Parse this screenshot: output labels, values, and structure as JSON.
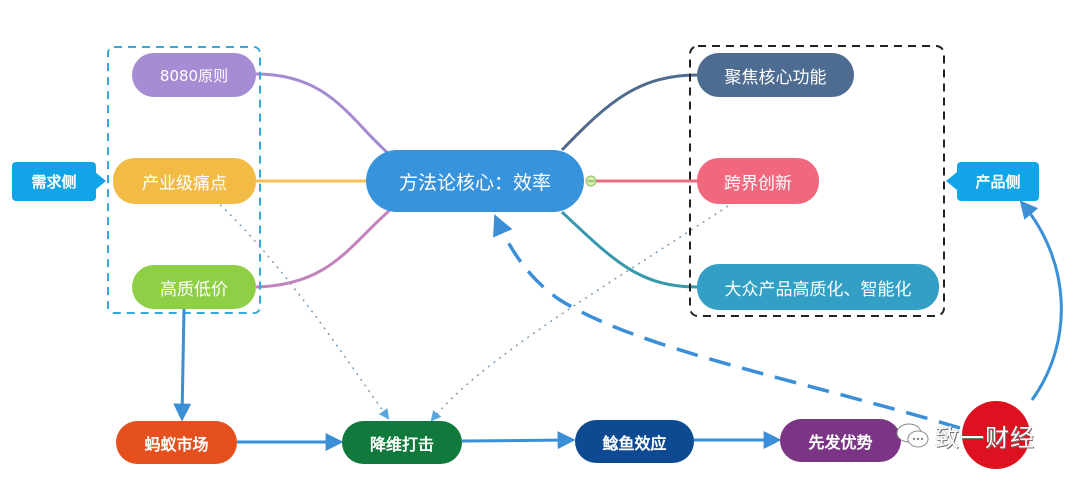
{
  "center": {
    "label": "方法论核心：效率",
    "color": "#3793dc"
  },
  "demand_side": {
    "callout": {
      "label": "需求侧",
      "color": "#11a4e8"
    },
    "group_border_color": "#37a9d9",
    "items": [
      {
        "label": "8080原则",
        "color": "#a68cd2",
        "link_color": "#a48ad0"
      },
      {
        "label": "产业级痛点",
        "color": "#f2bb46",
        "link_color": "#f4bf57"
      },
      {
        "label": "高质低价",
        "color": "#8fcf46",
        "link_color": "#c282bb"
      }
    ]
  },
  "product_side": {
    "callout": {
      "label": "产品侧",
      "color": "#11a4e8"
    },
    "group_border_color": "#222222",
    "items": [
      {
        "label": "聚焦核心功能",
        "color": "#4e6b91",
        "link_color": "#4f6b8e"
      },
      {
        "label": "跨界创新",
        "color": "#f1677e",
        "link_color": "#ee6a82"
      },
      {
        "label": "大众产品高质化、智能化",
        "color": "#339fc4",
        "link_color": "#3598ac"
      }
    ]
  },
  "flow": [
    {
      "label": "蚂蚁市场",
      "color": "#e6501e"
    },
    {
      "label": "降维打击",
      "color": "#0f7a3c"
    },
    {
      "label": "鲶鱼效应",
      "color": "#0e4a92"
    },
    {
      "label": "先发优势",
      "color": "#7b3585"
    }
  ],
  "end_node": {
    "label": "",
    "color": "#dd1120"
  },
  "arrow_color": "#3b8fd6",
  "watermark": {
    "text": "致一财经",
    "icon": "wechat-icon"
  }
}
